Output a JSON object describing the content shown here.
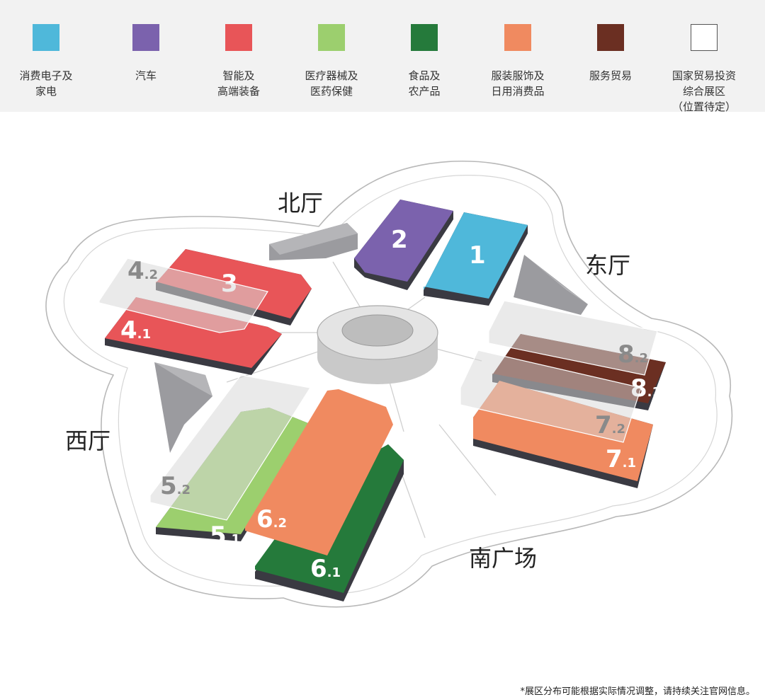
{
  "legend": [
    {
      "label": "消费电子及\n家电",
      "color": "#4fb8da"
    },
    {
      "label": "汽车",
      "color": "#7b62ad"
    },
    {
      "label": "智能及\n高端装备",
      "color": "#e85558"
    },
    {
      "label": "医疗器械及\n医药保健",
      "color": "#9ccf6e"
    },
    {
      "label": "食品及\n农产品",
      "color": "#257a3b"
    },
    {
      "label": "服装服饰及\n日用消费品",
      "color": "#f08a60"
    },
    {
      "label": "服务贸易",
      "color": "#6b2f22"
    },
    {
      "label": "国家贸易投资\n综合展区\n（位置待定）",
      "color": "#ffffff"
    }
  ],
  "halls": {
    "north": "北厅",
    "east": "东厅",
    "west": "西厅",
    "south": "南广场"
  },
  "zones": {
    "z1": "1",
    "z2": "2",
    "z3": "3",
    "z4_1_main": "4",
    "z4_1_sub": ".1",
    "z4_2_main": "4",
    "z4_2_sub": ".2",
    "z5_1_main": "5",
    "z5_1_sub": ".1",
    "z5_2_main": "5",
    "z5_2_sub": ".2",
    "z6_1_main": "6",
    "z6_1_sub": ".1",
    "z6_2_main": "6",
    "z6_2_sub": ".2",
    "z7_1_main": "7",
    "z7_1_sub": ".1",
    "z7_2_main": "7",
    "z7_2_sub": ".2",
    "z8_1_main": "8",
    "z8_1_sub": ".1",
    "z8_2_main": "8",
    "z8_2_sub": ".2"
  },
  "footnote": "*展区分布可能根据实际情况调整，请持续关注官网信息。"
}
